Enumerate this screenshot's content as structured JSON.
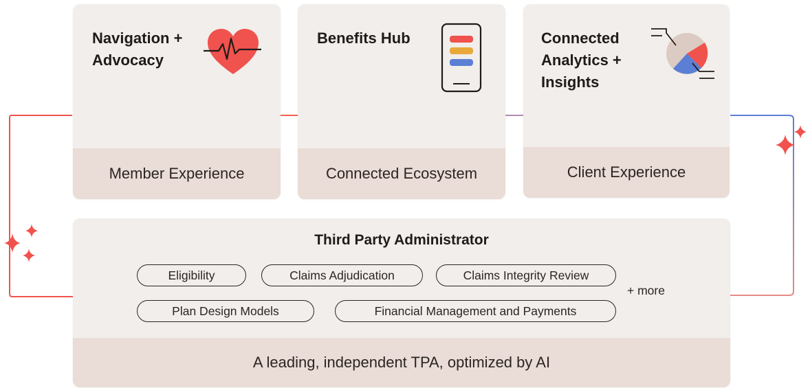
{
  "cards": [
    {
      "title": "Navigation +\nAdvocacy",
      "footer": "Member Experience",
      "icon": "heart-pulse-icon"
    },
    {
      "title": "Benefits Hub",
      "footer": "Connected Ecosystem",
      "icon": "phone-app-icon"
    },
    {
      "title": "Connected\nAnalytics +\nInsights",
      "footer": "Client Experience",
      "icon": "pie-chart-icon"
    }
  ],
  "tpa": {
    "title": "Third Party Administrator",
    "services": [
      "Eligibility",
      "Claims Adjudication",
      "Claims Integrity Review",
      "Plan Design Models",
      "Financial Management and Payments"
    ],
    "more": "+ more",
    "tagline": "A leading, independent TPA, optimized by AI"
  },
  "colors": {
    "accent_red": "#f0524d",
    "accent_blue": "#5b7fd4",
    "accent_yellow": "#e8a93a",
    "card_bg": "#f1eeeb",
    "footer_bg": "#eadcd6"
  }
}
